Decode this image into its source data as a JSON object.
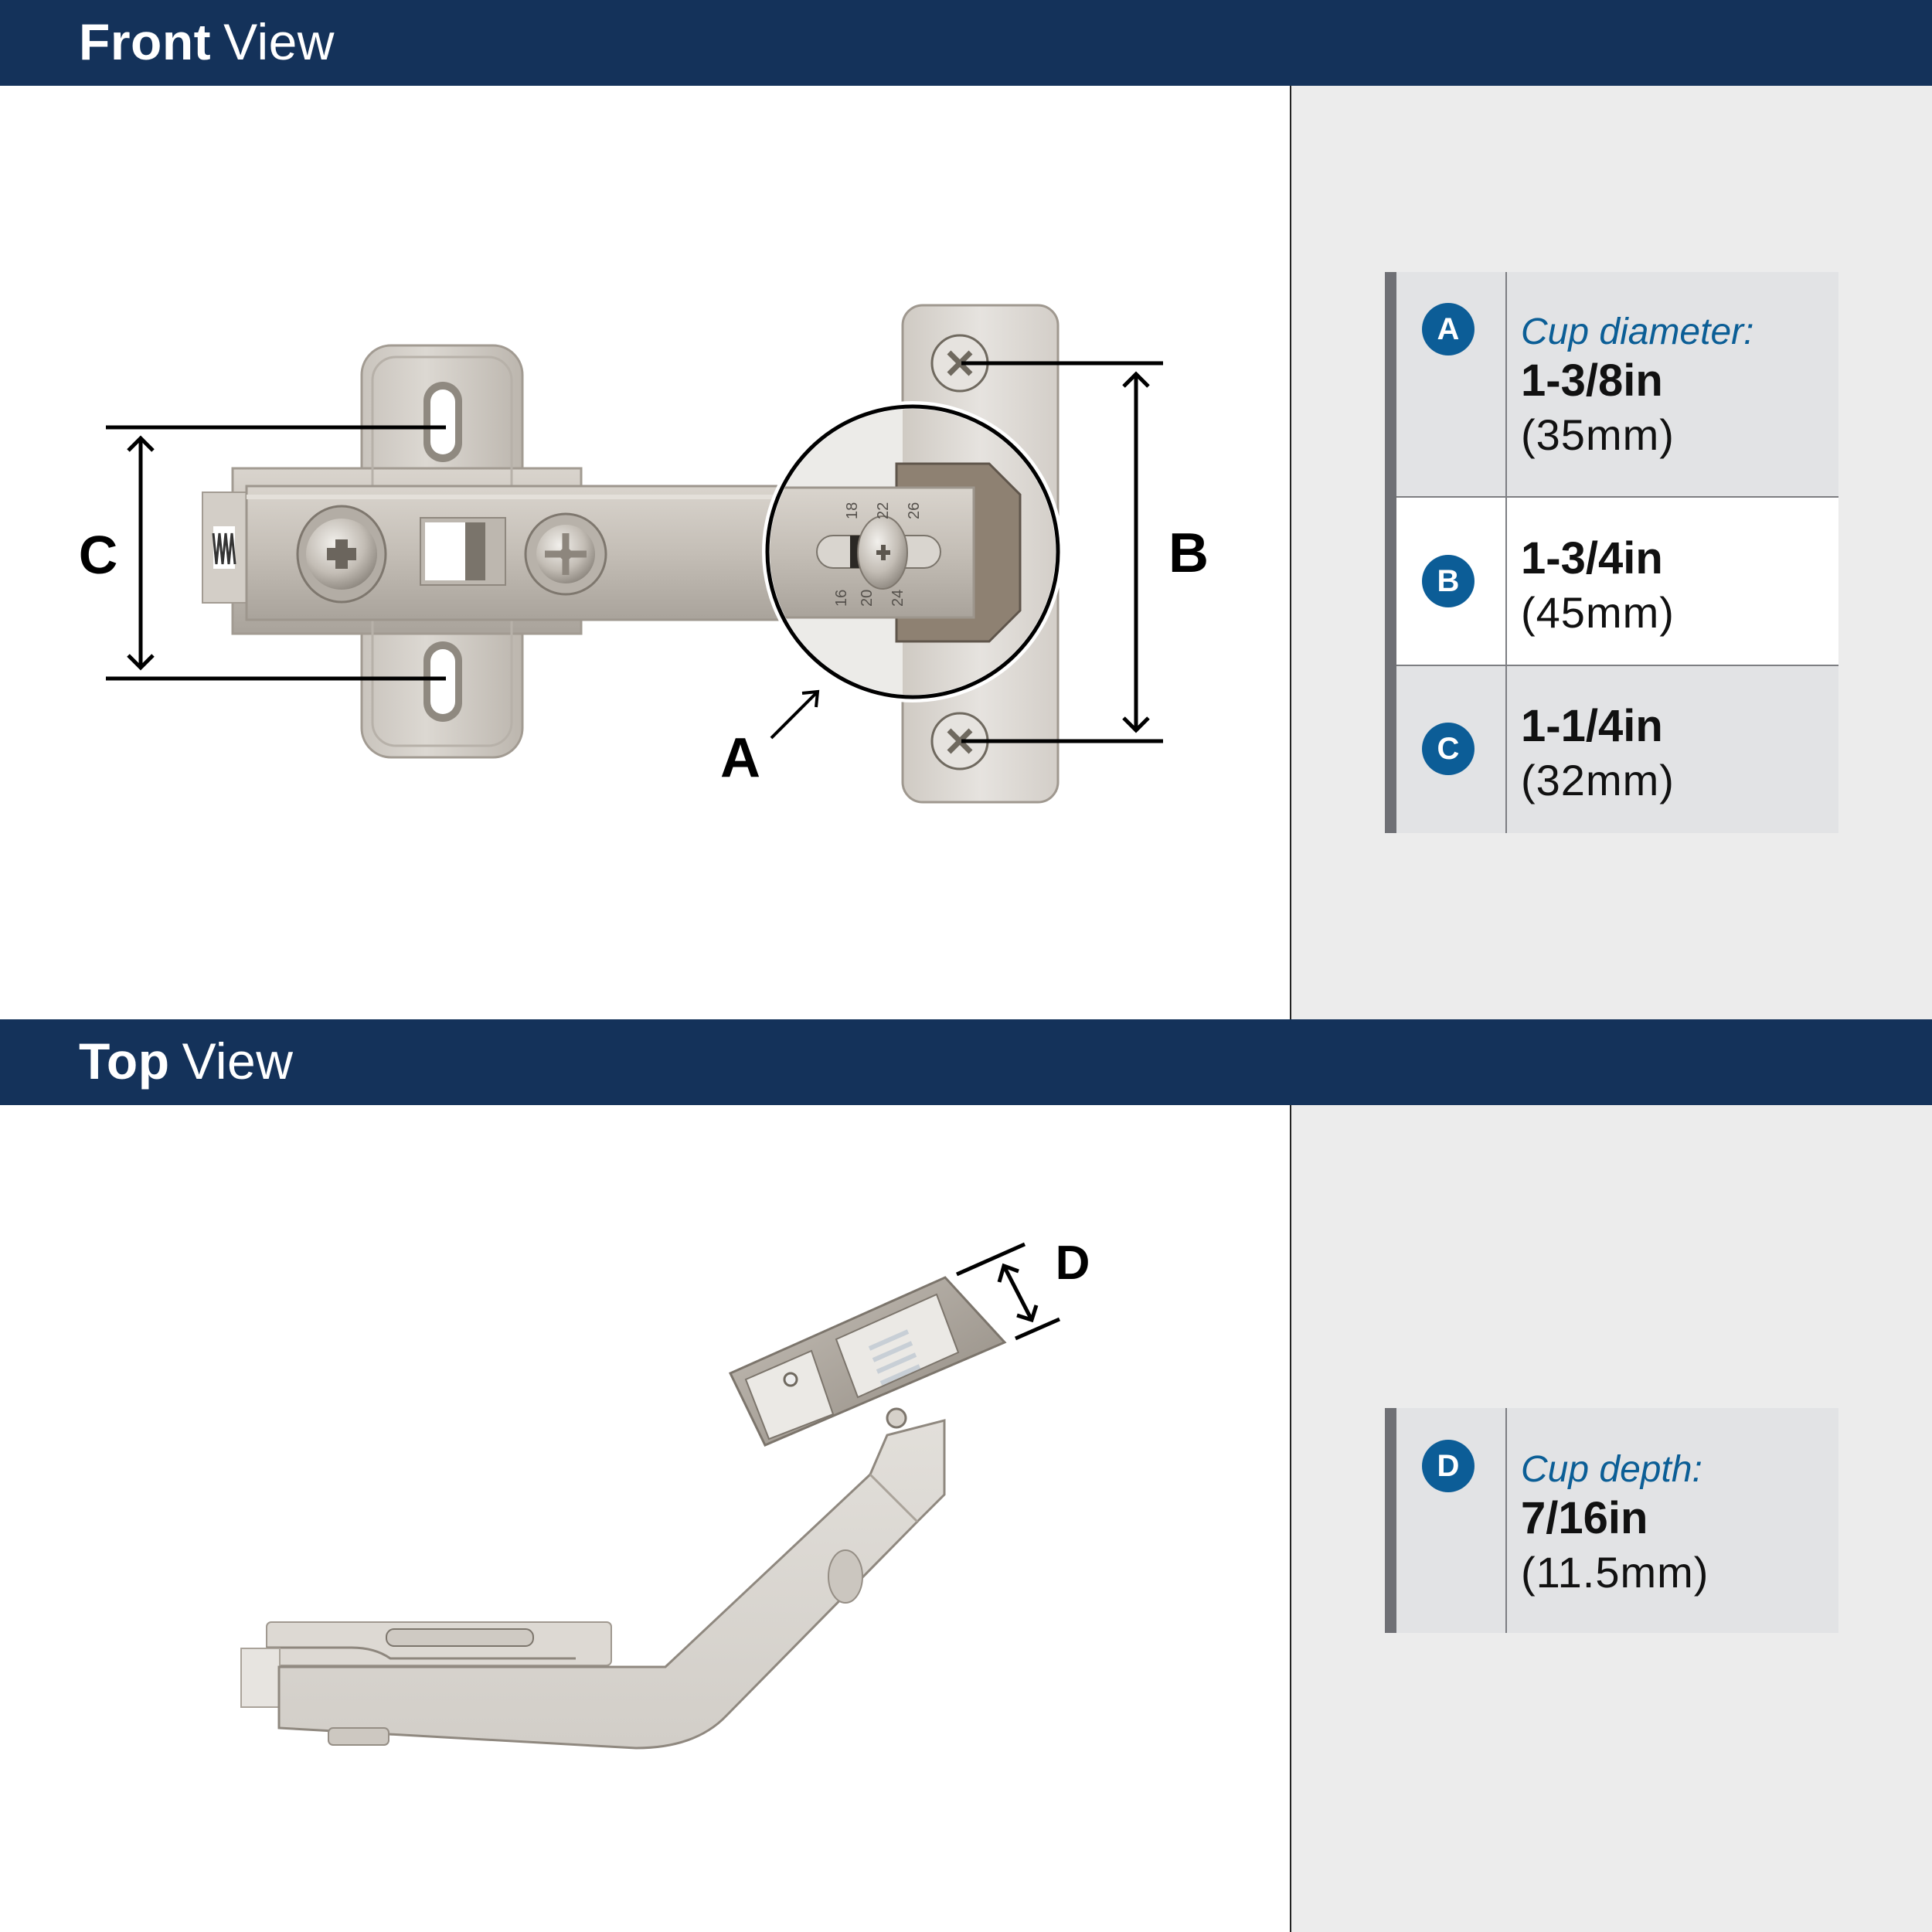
{
  "colors": {
    "header_bg": "#14325a",
    "accent_blue": "#0c5d97",
    "label_blue": "#0b5e96",
    "panel_gray": "#ececec",
    "cell_gray": "#e2e3e5",
    "metal": "#c9c4bd"
  },
  "front_view": {
    "title_bold": "Front",
    "title_light": "View",
    "dimension_letters": {
      "a": "A",
      "b": "B",
      "c": "C"
    },
    "scale_marks": {
      "top": [
        "18",
        "22",
        "26"
      ],
      "bottom": [
        "16",
        "20",
        "24"
      ]
    }
  },
  "top_view": {
    "title_bold": "Top",
    "title_light": "View",
    "dimension_letters": {
      "d": "D"
    }
  },
  "specs_front": [
    {
      "badge": "A",
      "label": "Cup diameter:",
      "imperial": "1-3/8in",
      "metric": "(35mm)"
    },
    {
      "badge": "B",
      "label": "",
      "imperial": "1-3/4in",
      "metric": "(45mm)"
    },
    {
      "badge": "C",
      "label": "",
      "imperial": "1-1/4in",
      "metric": "(32mm)"
    }
  ],
  "specs_top": [
    {
      "badge": "D",
      "label": "Cup depth:",
      "imperial": "7/16in",
      "metric": "(11.5mm)"
    }
  ]
}
